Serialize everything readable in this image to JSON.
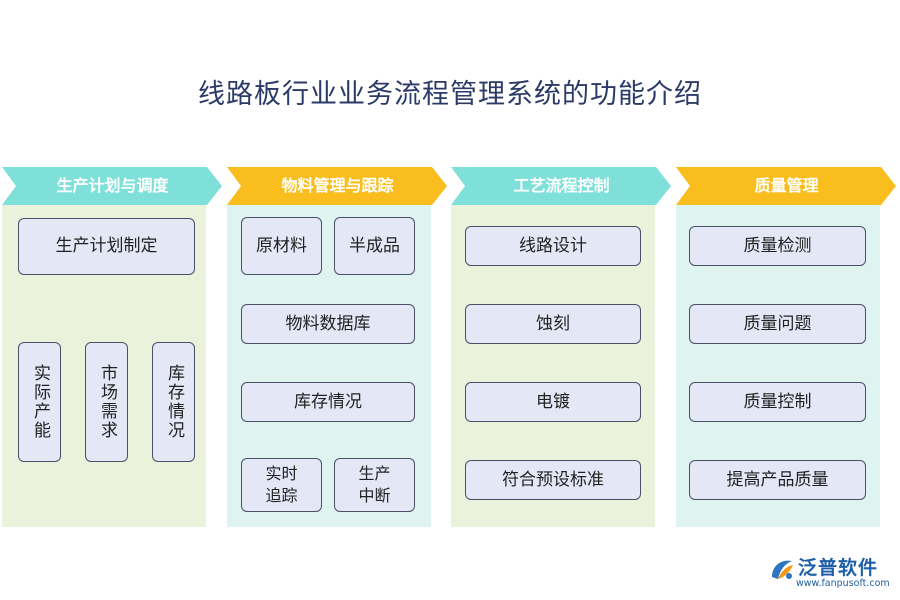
{
  "title": "线路板行业业务流程管理系统的功能介绍",
  "colors": {
    "col1_header": "#7fe0da",
    "col1_bg": "#eaf2dc",
    "col2_header": "#f9be1d",
    "col2_bg": "#dff3f1",
    "col3_header": "#7fe0da",
    "col3_bg": "#eaf2dc",
    "col4_header": "#f9be1d",
    "col4_bg": "#dff3f1",
    "box_fill": "#e3e7f6",
    "box_border": "#4a5066"
  },
  "columns": [
    {
      "header": "生产计划与调度",
      "items": [
        "生产计划制定",
        "实际产能",
        "市场需求",
        "库存情况"
      ]
    },
    {
      "header": "物料管理与跟踪",
      "items": [
        "原材料",
        "半成品",
        "物料数据库",
        "库存情况",
        "实时追踪",
        "生产中断"
      ]
    },
    {
      "header": "工艺流程控制",
      "items": [
        "线路设计",
        "蚀刻",
        "电镀",
        "符合预设标准"
      ]
    },
    {
      "header": "质量管理",
      "items": [
        "质量检测",
        "质量问题",
        "质量控制",
        "提高产品质量"
      ]
    }
  ],
  "logo": {
    "name": "泛普软件",
    "url": "www.fanpusoft.com",
    "icon": "fanpu-logo-icon"
  }
}
